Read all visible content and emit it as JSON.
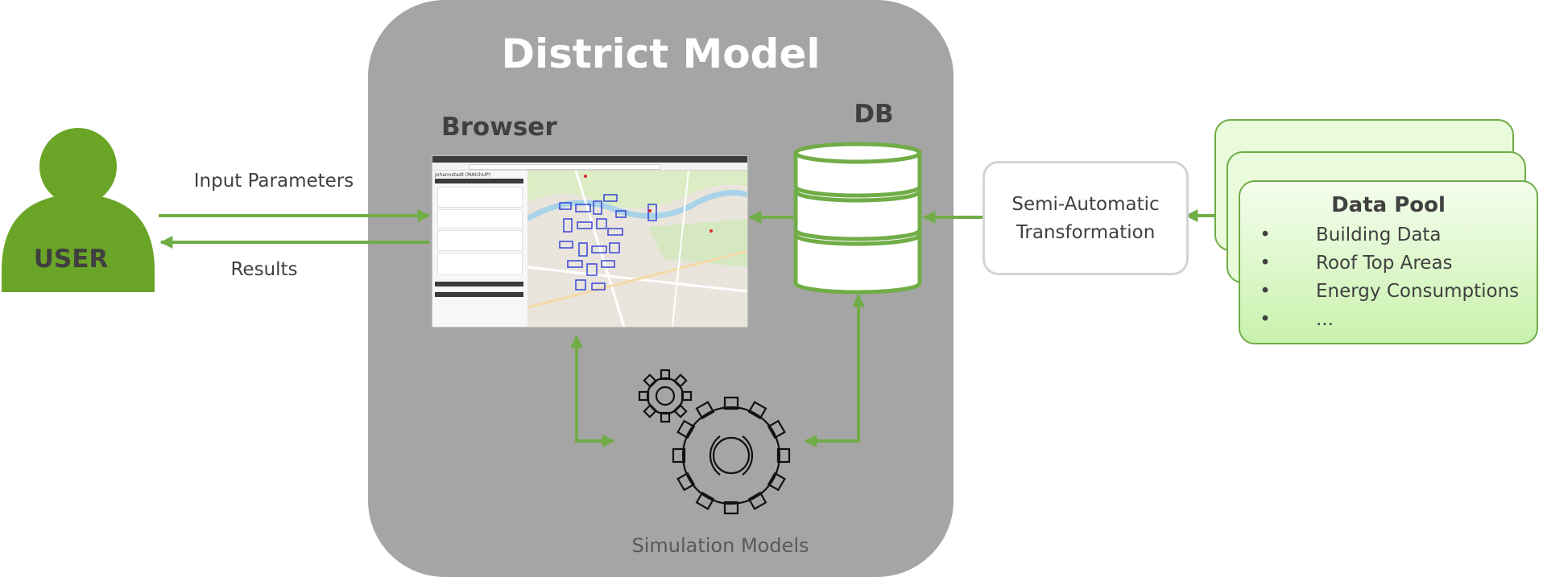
{
  "district": {
    "title": "District Model",
    "browser_label": "Browser",
    "db_label": "DB",
    "simulation_label": "Simulation Models"
  },
  "user": {
    "label": "USER",
    "input_label": "Input Parameters",
    "results_label": "Results"
  },
  "transformation": {
    "line1": "Semi-Automatic",
    "line2": "Transformation"
  },
  "data_pool": {
    "title": "Data Pool",
    "items": [
      "Building Data",
      "Roof Top Areas",
      "Energy Consumptions",
      "..."
    ]
  },
  "browser_screenshot": {
    "panel_title": "Johannstadt (MAtchUP)"
  },
  "colors": {
    "accent_green": "#70ad47",
    "user_green": "#6aa528",
    "district_gray": "#a5a5a5",
    "text_dark": "#404040"
  }
}
